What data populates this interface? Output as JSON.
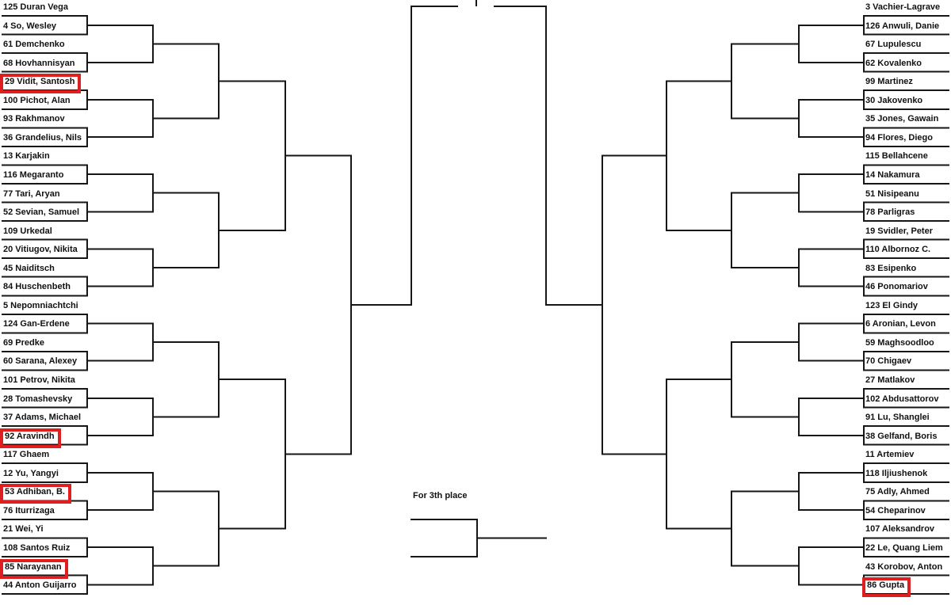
{
  "third_place_label": "For 3th place",
  "colors": {
    "line": "#161616",
    "text": "#111111",
    "highlight": "#dd1f1f"
  },
  "bracket": {
    "left": [
      {
        "label": "125 Duran Vega",
        "highlight": false
      },
      {
        "label": "4 So, Wesley",
        "highlight": false
      },
      {
        "label": "61 Demchenko",
        "highlight": false
      },
      {
        "label": "68 Hovhannisyan",
        "highlight": false
      },
      {
        "label": "29 Vidit, Santosh",
        "highlight": true
      },
      {
        "label": "100 Pichot, Alan",
        "highlight": false
      },
      {
        "label": "93 Rakhmanov",
        "highlight": false
      },
      {
        "label": "36 Grandelius, Nils",
        "highlight": false
      },
      {
        "label": "13 Karjakin",
        "highlight": false
      },
      {
        "label": "116 Megaranto",
        "highlight": false
      },
      {
        "label": "77 Tari, Aryan",
        "highlight": false
      },
      {
        "label": "52 Sevian, Samuel",
        "highlight": false
      },
      {
        "label": "109 Urkedal",
        "highlight": false
      },
      {
        "label": "20 Vitiugov, Nikita",
        "highlight": false
      },
      {
        "label": "45 Naiditsch",
        "highlight": false
      },
      {
        "label": "84 Huschenbeth",
        "highlight": false
      },
      {
        "label": "5 Nepomniachtchi",
        "highlight": false
      },
      {
        "label": "124 Gan-Erdene",
        "highlight": false
      },
      {
        "label": "69 Predke",
        "highlight": false
      },
      {
        "label": "60 Sarana, Alexey",
        "highlight": false
      },
      {
        "label": "101 Petrov, Nikita",
        "highlight": false
      },
      {
        "label": "28 Tomashevsky",
        "highlight": false
      },
      {
        "label": "37 Adams, Michael",
        "highlight": false
      },
      {
        "label": "92 Aravindh",
        "highlight": true
      },
      {
        "label": "117 Ghaem",
        "highlight": false
      },
      {
        "label": "12 Yu, Yangyi",
        "highlight": false
      },
      {
        "label": "53 Adhiban, B.",
        "highlight": true
      },
      {
        "label": "76 Iturrizaga",
        "highlight": false
      },
      {
        "label": "21 Wei, Yi",
        "highlight": false
      },
      {
        "label": "108 Santos Ruiz",
        "highlight": false
      },
      {
        "label": "85 Narayanan",
        "highlight": true
      },
      {
        "label": "44 Anton Guijarro",
        "highlight": false
      }
    ],
    "right": [
      {
        "label": "3 Vachier-Lagrave",
        "highlight": false
      },
      {
        "label": "126 Anwuli, Danie",
        "highlight": false
      },
      {
        "label": "67 Lupulescu",
        "highlight": false
      },
      {
        "label": "62 Kovalenko",
        "highlight": false
      },
      {
        "label": "99 Martinez",
        "highlight": false
      },
      {
        "label": "30 Jakovenko",
        "highlight": false
      },
      {
        "label": "35 Jones, Gawain",
        "highlight": false
      },
      {
        "label": "94 Flores, Diego",
        "highlight": false
      },
      {
        "label": "115 Bellahcene",
        "highlight": false
      },
      {
        "label": "14 Nakamura",
        "highlight": false
      },
      {
        "label": "51 Nisipeanu",
        "highlight": false
      },
      {
        "label": "78 Parligras",
        "highlight": false
      },
      {
        "label": "19 Svidler, Peter",
        "highlight": false
      },
      {
        "label": "110 Albornoz C.",
        "highlight": false
      },
      {
        "label": "83 Esipenko",
        "highlight": false
      },
      {
        "label": "46 Ponomariov",
        "highlight": false
      },
      {
        "label": "123 El Gindy",
        "highlight": false
      },
      {
        "label": "6 Aronian, Levon",
        "highlight": false
      },
      {
        "label": "59 Maghsoodloo",
        "highlight": false
      },
      {
        "label": "70 Chigaev",
        "highlight": false
      },
      {
        "label": "27 Matlakov",
        "highlight": false
      },
      {
        "label": "102 Abdusattorov",
        "highlight": false
      },
      {
        "label": "91 Lu, Shanglei",
        "highlight": false
      },
      {
        "label": "38 Gelfand, Boris",
        "highlight": false
      },
      {
        "label": "11 Artemiev",
        "highlight": false
      },
      {
        "label": "118 Iljiushenok",
        "highlight": false
      },
      {
        "label": "75 Adly, Ahmed",
        "highlight": false
      },
      {
        "label": "54 Cheparinov",
        "highlight": false
      },
      {
        "label": "107 Aleksandrov",
        "highlight": false
      },
      {
        "label": "22 Le, Quang Liem",
        "highlight": false
      },
      {
        "label": "43 Korobov, Anton",
        "highlight": false
      },
      {
        "label": "86 Gupta",
        "highlight": true
      }
    ]
  }
}
